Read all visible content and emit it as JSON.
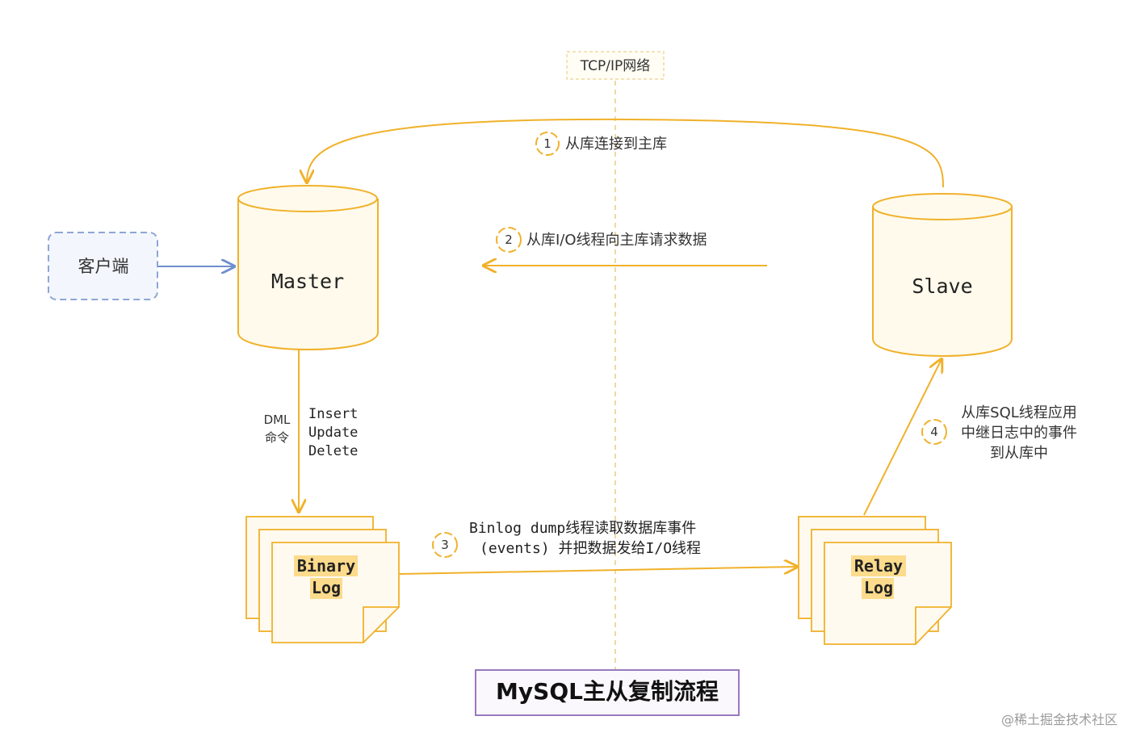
{
  "network": {
    "label": "TCP/IP网络"
  },
  "nodes": {
    "client": "客户端",
    "master": "Master",
    "slave": "Slave",
    "binary_log": [
      "Binary",
      "Log"
    ],
    "relay_log": [
      "Relay",
      "Log"
    ]
  },
  "steps": [
    {
      "num": "1",
      "text": [
        "从库连接到主库"
      ]
    },
    {
      "num": "2",
      "text": [
        "从库I/O线程向主库请求数据"
      ]
    },
    {
      "num": "3",
      "text": [
        "Binlog dump线程读取数据库事件",
        "(events) 并把数据发给I/O线程"
      ]
    },
    {
      "num": "4",
      "text": [
        "从库SQL线程应用",
        "中继日志中的事件",
        "到从库中"
      ]
    }
  ],
  "dml": {
    "label": [
      "DML",
      "命令"
    ],
    "commands": [
      "Insert",
      "Update",
      "Delete"
    ]
  },
  "title": "MySQL主从复制流程",
  "watermark": "@稀土掘金技术社区",
  "colors": {
    "accent": "#f0b12a",
    "accent_light": "#fde9b8",
    "client_border": "#8da6d6",
    "arrow_blue": "#6f8fce"
  }
}
